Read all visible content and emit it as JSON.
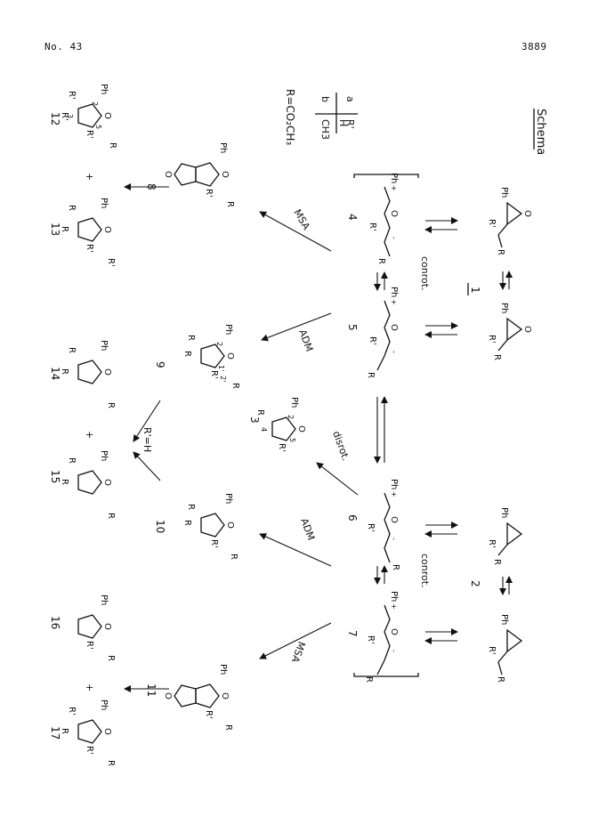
{
  "header": {
    "journal_issue": "No. 43",
    "page_number": "3889"
  },
  "scheme": {
    "title": "Schema",
    "r_definition": "R=CO₂CH₃",
    "table": {
      "col_header": "R'",
      "rows": [
        {
          "label": "a",
          "value": "H"
        },
        {
          "label": "b",
          "value": "CH3"
        }
      ]
    },
    "reagents": {
      "msa": "MSA",
      "adm": "ADM",
      "disrot": "disrot.",
      "conrot": "conrot.",
      "rh": "R'=H"
    },
    "compound_labels": [
      "1",
      "2",
      "3",
      "4",
      "5",
      "6",
      "7",
      "8",
      "9",
      "10",
      "11",
      "12",
      "13",
      "14",
      "15",
      "16",
      "17"
    ],
    "atoms": {
      "ph": "Ph",
      "o": "O",
      "r": "R",
      "r1": "R'",
      "plus": "+",
      "minus": "-"
    },
    "numbering": [
      "1",
      "2",
      "3",
      "4",
      "5",
      "1'",
      "2'"
    ]
  }
}
